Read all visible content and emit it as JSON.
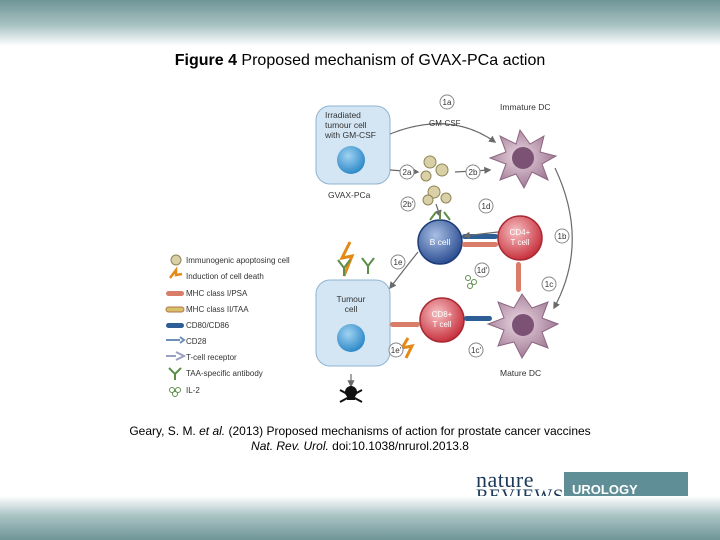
{
  "title": {
    "bold": "Figure 4",
    "rest": "Proposed mechanism of GVAX-PCa action"
  },
  "diagram": {
    "irradiated_cell": [
      "Irradiated",
      "tumour cell",
      "with GM-CSF"
    ],
    "gvax_label": "GVAX-PCa",
    "gmcsf_label": "GM-CSF",
    "immature_dc": "Immature DC",
    "mature_dc": "Mature DC",
    "b_cell": "B cell",
    "cd4": [
      "CD4+",
      "T cell"
    ],
    "cd8": [
      "CD8+",
      "T cell"
    ],
    "tumour_cell": [
      "Tumour",
      "cell"
    ],
    "steps": [
      "1a",
      "2a",
      "2b",
      "2b'",
      "1d",
      "1b",
      "1e",
      "1d'",
      "1c",
      "1e'",
      "1c'"
    ]
  },
  "legend": [
    {
      "icon": "apoptotic-cell-icon",
      "label": "Immunogenic apoptosing cell"
    },
    {
      "icon": "lightning-icon",
      "label": "Induction of cell death"
    },
    {
      "icon": "mhc1-icon",
      "label": "MHC class I/PSA"
    },
    {
      "icon": "mhc2-icon",
      "label": "MHC class II/TAA"
    },
    {
      "icon": "cd80-icon",
      "label": "CD80/CD86"
    },
    {
      "icon": "cd28-icon",
      "label": "CD28"
    },
    {
      "icon": "tcr-icon",
      "label": "T-cell receptor"
    },
    {
      "icon": "antibody-icon",
      "label": "TAA-specific antibody"
    },
    {
      "icon": "il2-icon",
      "label": "IL-2"
    }
  ],
  "caption": {
    "line1_pre": "Geary, S. M.",
    "line1_etal": "et al.",
    "line1_post": "(2013) Proposed mechanisms of action for prostate cancer vaccines",
    "line2_journal": "Nat. Rev. Urol.",
    "line2_doi": "doi:10.1038/nrurol.2013.8"
  },
  "logo": {
    "word1": "nature",
    "word2": "REVIEWS",
    "box": "UROLOGY"
  },
  "colors": {
    "band": "#6f9597",
    "cell_blue": "#d4e6f4",
    "dc_purple": "#a9839c",
    "t_cell_red": "#d4444f",
    "b_cell_blue": "#3c5fa0",
    "logo_box": "#5f8e96"
  }
}
